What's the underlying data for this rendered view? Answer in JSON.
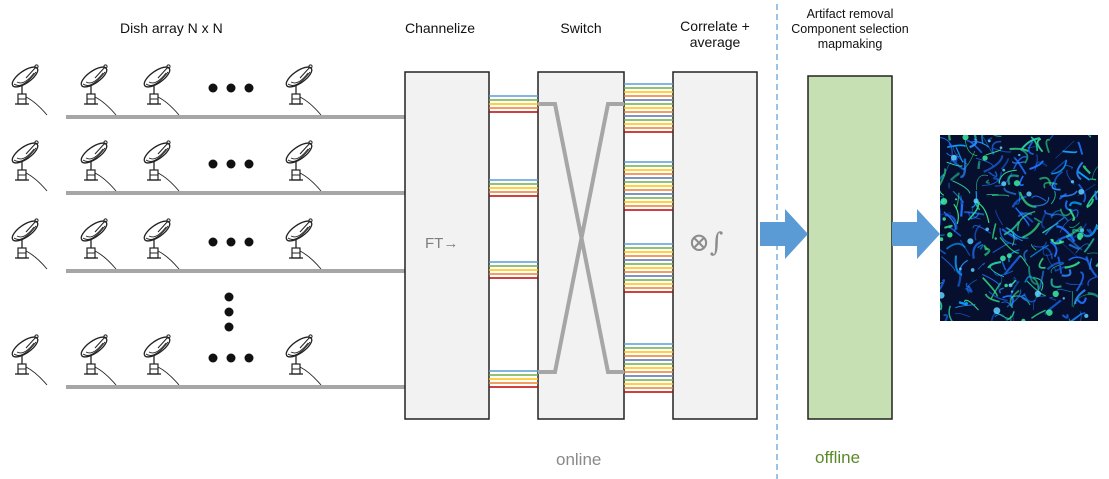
{
  "labels": {
    "dish_array": "Dish array N x N",
    "channelize": "Channelize",
    "switch": "Switch",
    "correlate_line1": "Correlate +",
    "correlate_line2": "average",
    "offline_line1": "Artifact removal",
    "offline_line2": "Component selection",
    "offline_line3": "mapmaking",
    "ft": "FT→",
    "correlate_symbol": "⊗∫",
    "online": "online",
    "offline": "offline"
  },
  "colors": {
    "online_text": "#8a8a8a",
    "offline_text": "#5b8a2a",
    "offline_box": "#c6e0b4",
    "arrow": "#5b9bd5",
    "divider": "#5b9bd5",
    "box_fill": "#f2f2f2",
    "feed_line": "#a6a6a6",
    "channel_lines": [
      "#5b9bd5",
      "#70ad47",
      "#ffc000",
      "#ed7d31",
      "#c00000"
    ]
  }
}
